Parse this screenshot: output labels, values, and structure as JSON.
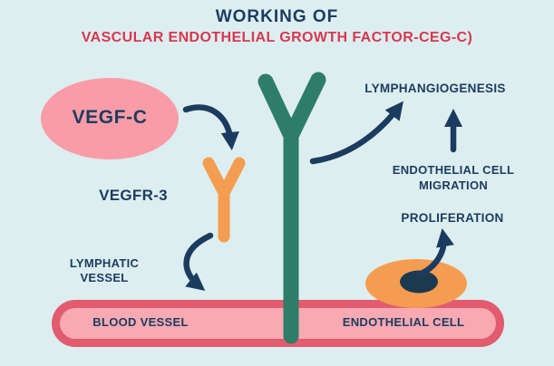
{
  "title": {
    "line1": "WORKING OF",
    "line2": "VASCULAR ENDOTHELIAL GROWTH FACTOR-CEG-C)"
  },
  "labels": {
    "vegf_c": "VEGF-C",
    "vegfr_3": "VEGFR-3",
    "lymphangiogenesis": "LYMPHANGIOGENESIS",
    "endothelial_cell_migration": {
      "line1": "ENDOTHELIAL CELL",
      "line2": "MIGRATION"
    },
    "proliferation": "PROLIFERATION",
    "lymphatic_vessel": {
      "line1": "LYMPHATIC",
      "line2": "VESSEL"
    },
    "blood_vessel": "BLOOD VESSEL",
    "endothelial_cell": "ENDOTHELIAL CELL"
  },
  "colors": {
    "background": "#ddeef0",
    "navy": "#1b3c5f",
    "red": "#d8384f",
    "pink": "#f99ca8",
    "orange": "#f49d51",
    "teal": "#2e7d68",
    "vessel-outer": "#e25b6e",
    "vessel-inner": "#f9a9b2",
    "nucleus": "#1b3a4f"
  }
}
